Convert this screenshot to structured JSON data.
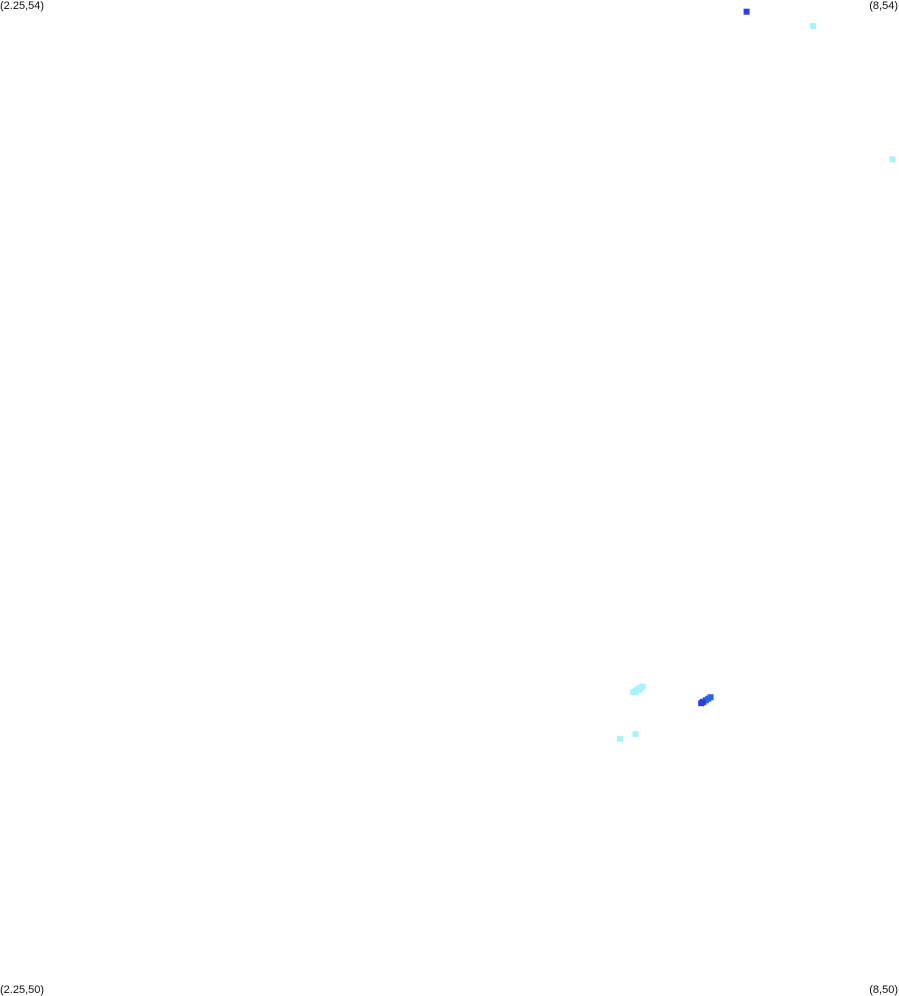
{
  "corners": {
    "top_left": "(2.25,54)",
    "top_right": "(8,54)",
    "bottom_left": "(2.25,50)",
    "bottom_right": "(8,50)"
  },
  "extent": {
    "x_min": 2.25,
    "x_max": 8,
    "y_min": 50,
    "y_max": 54
  },
  "colors": {
    "light_cyan": "#a6f4fb",
    "blue": "#2b3fe0",
    "mid_blue": "#2a62ea"
  },
  "points": [
    {
      "x": 7.025,
      "y": 53.953,
      "color": "blue"
    },
    {
      "x": 7.45,
      "y": 53.895,
      "color": "light_cyan"
    },
    {
      "x": 7.958,
      "y": 53.36,
      "color": "light_cyan"
    },
    {
      "x": 6.3,
      "y": 51.22,
      "color": "light_cyan"
    },
    {
      "x": 6.315,
      "y": 51.226,
      "color": "light_cyan"
    },
    {
      "x": 6.33,
      "y": 51.232,
      "color": "light_cyan"
    },
    {
      "x": 6.345,
      "y": 51.238,
      "color": "light_cyan"
    },
    {
      "x": 6.36,
      "y": 51.242,
      "color": "light_cyan"
    },
    {
      "x": 6.32,
      "y": 51.222,
      "color": "light_cyan"
    },
    {
      "x": 6.34,
      "y": 51.23,
      "color": "light_cyan"
    },
    {
      "x": 6.735,
      "y": 51.176,
      "color": "blue"
    },
    {
      "x": 6.75,
      "y": 51.182,
      "color": "mid_blue"
    },
    {
      "x": 6.765,
      "y": 51.188,
      "color": "mid_blue"
    },
    {
      "x": 6.78,
      "y": 51.194,
      "color": "mid_blue"
    },
    {
      "x": 6.795,
      "y": 51.2,
      "color": "mid_blue"
    },
    {
      "x": 6.745,
      "y": 51.18,
      "color": "blue"
    },
    {
      "x": 6.215,
      "y": 51.033,
      "color": "light_cyan"
    },
    {
      "x": 6.315,
      "y": 51.052,
      "color": "light_cyan"
    }
  ]
}
